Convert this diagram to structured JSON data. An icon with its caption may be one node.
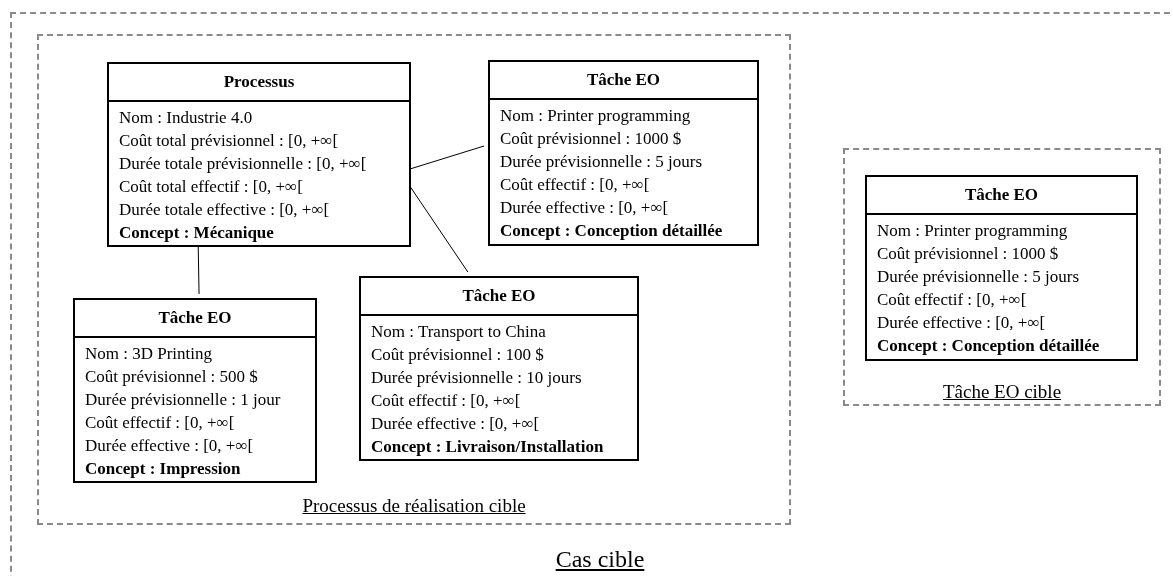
{
  "diagram": {
    "nodes": [
      {
        "text": [
          "Cas cible"
        ]
      },
      {
        "text": [
          "Processus de réalisation cible"
        ],
        "in": 0
      },
      {
        "text": [
          "Processus",
          "Nom : Industrie 4.0",
          "Coût total prévisionnel : [0, +∞[",
          "Durée totale prévisionnelle : [0, +∞[",
          "Coût total effectif : [0, +∞[",
          "Durée totale effective : [0, +∞[",
          "Concept : Mécanique"
        ],
        "in": 1
      },
      {
        "text": [
          "Tâche EO",
          "Nom : Printer programming",
          "Coût prévisionnel : 1000 $",
          "Durée prévisionnelle : 5 jours",
          "Coût effectif : [0, +∞[",
          "Durée effective : [0, +∞[",
          "Concept : Conception détaillée"
        ],
        "in": 1
      },
      {
        "text": [
          "Tâche EO",
          "Nom : 3D Printing",
          "Coût prévisionnel : 500 $",
          "Durée prévisionnelle : 1 jour",
          "Coût effectif : [0, +∞[",
          "Durée effective : [0, +∞[",
          "Concept : Impression"
        ],
        "in": 1
      },
      {
        "text": [
          "Tâche EO",
          "Nom : Transport to China",
          "Coût prévisionnel : 100 $",
          "Durée prévisionnelle : 10 jours",
          "Coût effectif : [0, +∞[",
          "Durée effective : [0, +∞[",
          "Concept : Livraison/Installation"
        ],
        "in": 1
      },
      {
        "text": [
          "Tâche EO cible"
        ],
        "in": 0
      },
      {
        "text": [
          "Tâche EO",
          "Nom : Printer programming",
          "Coût prévisionnel : 1000 $",
          "Durée prévisionnelle : 5 jours",
          "Coût effectif : [0, +∞[",
          "Durée effective : [0, +∞[",
          "Concept : Conception détaillée"
        ],
        "in": 6
      }
    ],
    "edges": [
      {
        "from": 2,
        "to": 3,
        "arrow": "none"
      },
      {
        "from": 2,
        "to": 5,
        "arrow": "none"
      },
      {
        "from": 2,
        "to": 4,
        "arrow": "none"
      }
    ]
  }
}
